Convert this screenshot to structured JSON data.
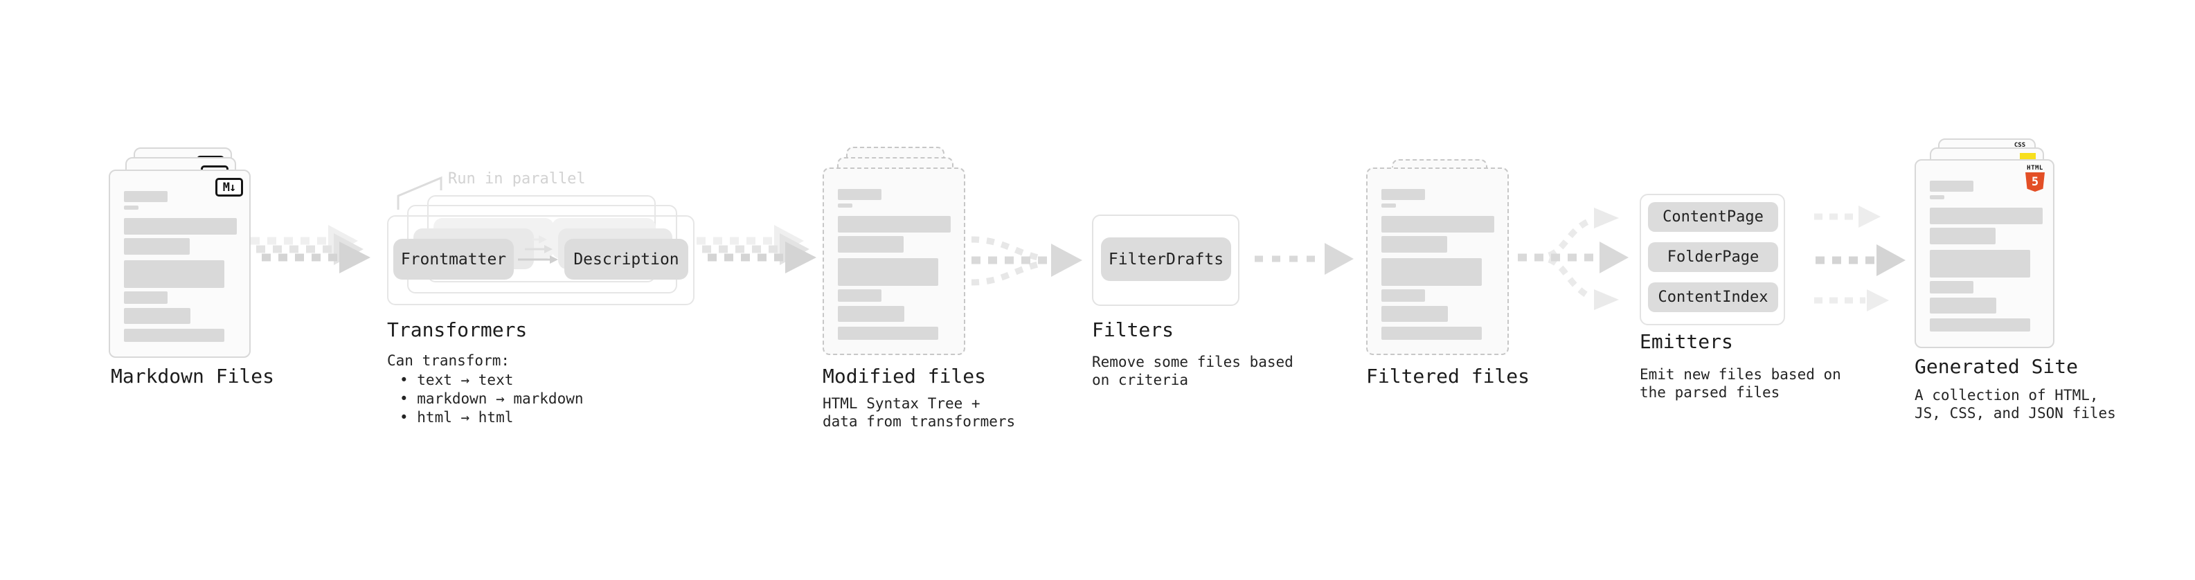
{
  "diagram": {
    "markdown_files": {
      "label": "Markdown Files",
      "badge": "M↓"
    },
    "transformers": {
      "annotation": "Run in parallel",
      "input_box": "Frontmatter",
      "output_box": "Description",
      "title": "Transformers",
      "subtitle": "Can transform:",
      "bullets": [
        "• text → text",
        "• markdown → markdown",
        "• html → html"
      ]
    },
    "modified_files": {
      "title": "Modified files",
      "subtitle": "HTML Syntax Tree +\ndata from transformers"
    },
    "filters": {
      "box": "FilterDrafts",
      "title": "Filters",
      "subtitle": "Remove some files based\non criteria"
    },
    "filtered_files": {
      "title": "Filtered files"
    },
    "emitters": {
      "boxes": [
        "ContentPage",
        "FolderPage",
        "ContentIndex"
      ],
      "title": "Emitters",
      "subtitle": "Emit new files based on\nthe parsed files"
    },
    "generated_site": {
      "title": "Generated Site",
      "subtitle": "A collection of HTML,\nJS, CSS, and JSON files",
      "css_badge": "CSS",
      "html_badge": "HTML",
      "html_badge_number": "5"
    },
    "colors": {
      "html5_orange": "#e34f26",
      "js_yellow": "#f7df1e",
      "css_blue": "#2965f1",
      "skeleton_gray": "#d9d9d9",
      "pill_gray": "#dcdcdc",
      "arrow_gray": "#d4d4d4"
    }
  }
}
